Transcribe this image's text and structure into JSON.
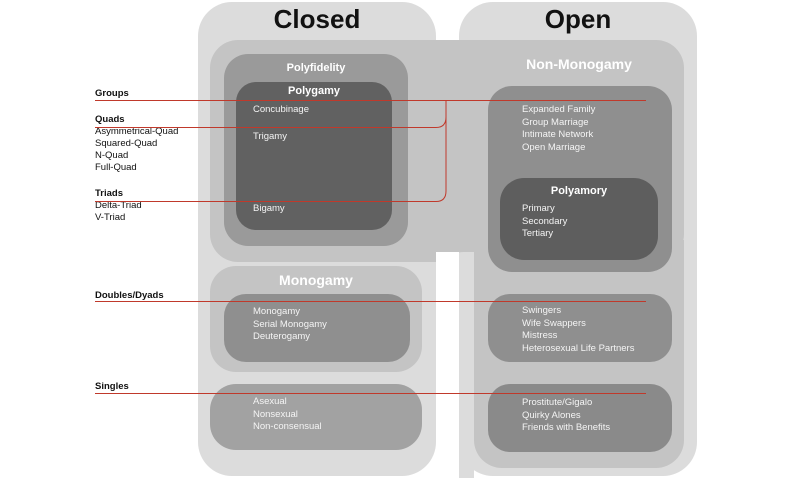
{
  "closed": {
    "title": "Closed",
    "polyfidelity": {
      "title": "Polyfidelity",
      "polygamy": {
        "title": "Polygamy",
        "items": [
          "Concubinage",
          "Trigamy",
          "Bigamy"
        ]
      }
    },
    "monogamy": {
      "title": "Monogamy",
      "items": [
        "Monogamy",
        "Serial Monogamy",
        "Deuterogamy"
      ]
    },
    "singles_items": [
      "Asexual",
      "Nonsexual",
      "Non-consensual"
    ]
  },
  "open": {
    "title": "Open",
    "non_monogamy": {
      "title": "Non-Monogamy",
      "items": [
        "Expanded Family",
        "Group Marriage",
        "Intimate Network",
        "Open Marriage"
      ],
      "polyamory": {
        "title": "Polyamory",
        "items": [
          "Primary",
          "Secondary",
          "Tertiary"
        ]
      }
    },
    "doubles_items": [
      "Swingers",
      "Wife Swappers",
      "Mistress",
      "Heterosexual Life Partners"
    ],
    "singles_items": [
      "Prostitute/Gigalo",
      "Quirky Alones",
      "Friends with Benefits"
    ]
  },
  "left_labels": {
    "groups": {
      "heading": "Groups",
      "items": []
    },
    "quads": {
      "heading": "Quads",
      "items": [
        "Asymmetrical-Quad",
        "Squared-Quad",
        "N-Quad",
        "Full-Quad"
      ]
    },
    "triads": {
      "heading": "Triads",
      "items": [
        "Delta-Triad",
        "V-Triad"
      ]
    },
    "doubles": {
      "heading": "Doubles/Dyads",
      "items": []
    },
    "singles": {
      "heading": "Singles",
      "items": []
    }
  },
  "colors": {
    "divider_line": "#c0392b",
    "outer_panel": "#dcdcdc",
    "mid_panel": "#c4c4c4",
    "dark_panel": "#8f8f8f",
    "darkest_panel": "#5a5a5a"
  }
}
